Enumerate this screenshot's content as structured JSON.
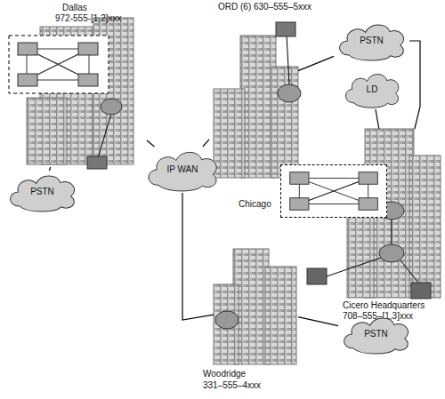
{
  "diagram": {
    "nodes": [
      {
        "text": [
          "Dallas",
          "972-555-[1,2]xxx"
        ]
      },
      {
        "text": [
          "ORD (6) 630–555–5xxx"
        ]
      },
      {
        "text": [
          "PSTN"
        ]
      },
      {
        "text": [
          "LD"
        ]
      },
      {
        "text": [
          "PSTN"
        ]
      },
      {
        "text": [
          "IP WAN"
        ]
      },
      {
        "text": [
          "Chicago"
        ]
      },
      {
        "text": [
          "Cicero Headquarters",
          "708–555–[1,3]xxx"
        ]
      },
      {
        "text": [
          "Woodridge",
          "331–555–4xxx"
        ]
      },
      {
        "text": [
          "PSTN"
        ]
      }
    ],
    "edges": [
      {
        "from": 0,
        "to": 4,
        "arrow": "none"
      },
      {
        "from": 0,
        "to": 5,
        "arrow": "none"
      },
      {
        "from": 5,
        "to": 1,
        "arrow": "none"
      },
      {
        "from": 1,
        "to": 2,
        "arrow": "none"
      },
      {
        "from": 2,
        "to": 7,
        "arrow": "none"
      },
      {
        "from": 3,
        "to": 7,
        "arrow": "none"
      },
      {
        "from": 5,
        "to": 8,
        "arrow": "none"
      },
      {
        "from": 8,
        "to": 9,
        "arrow": "none"
      }
    ]
  }
}
